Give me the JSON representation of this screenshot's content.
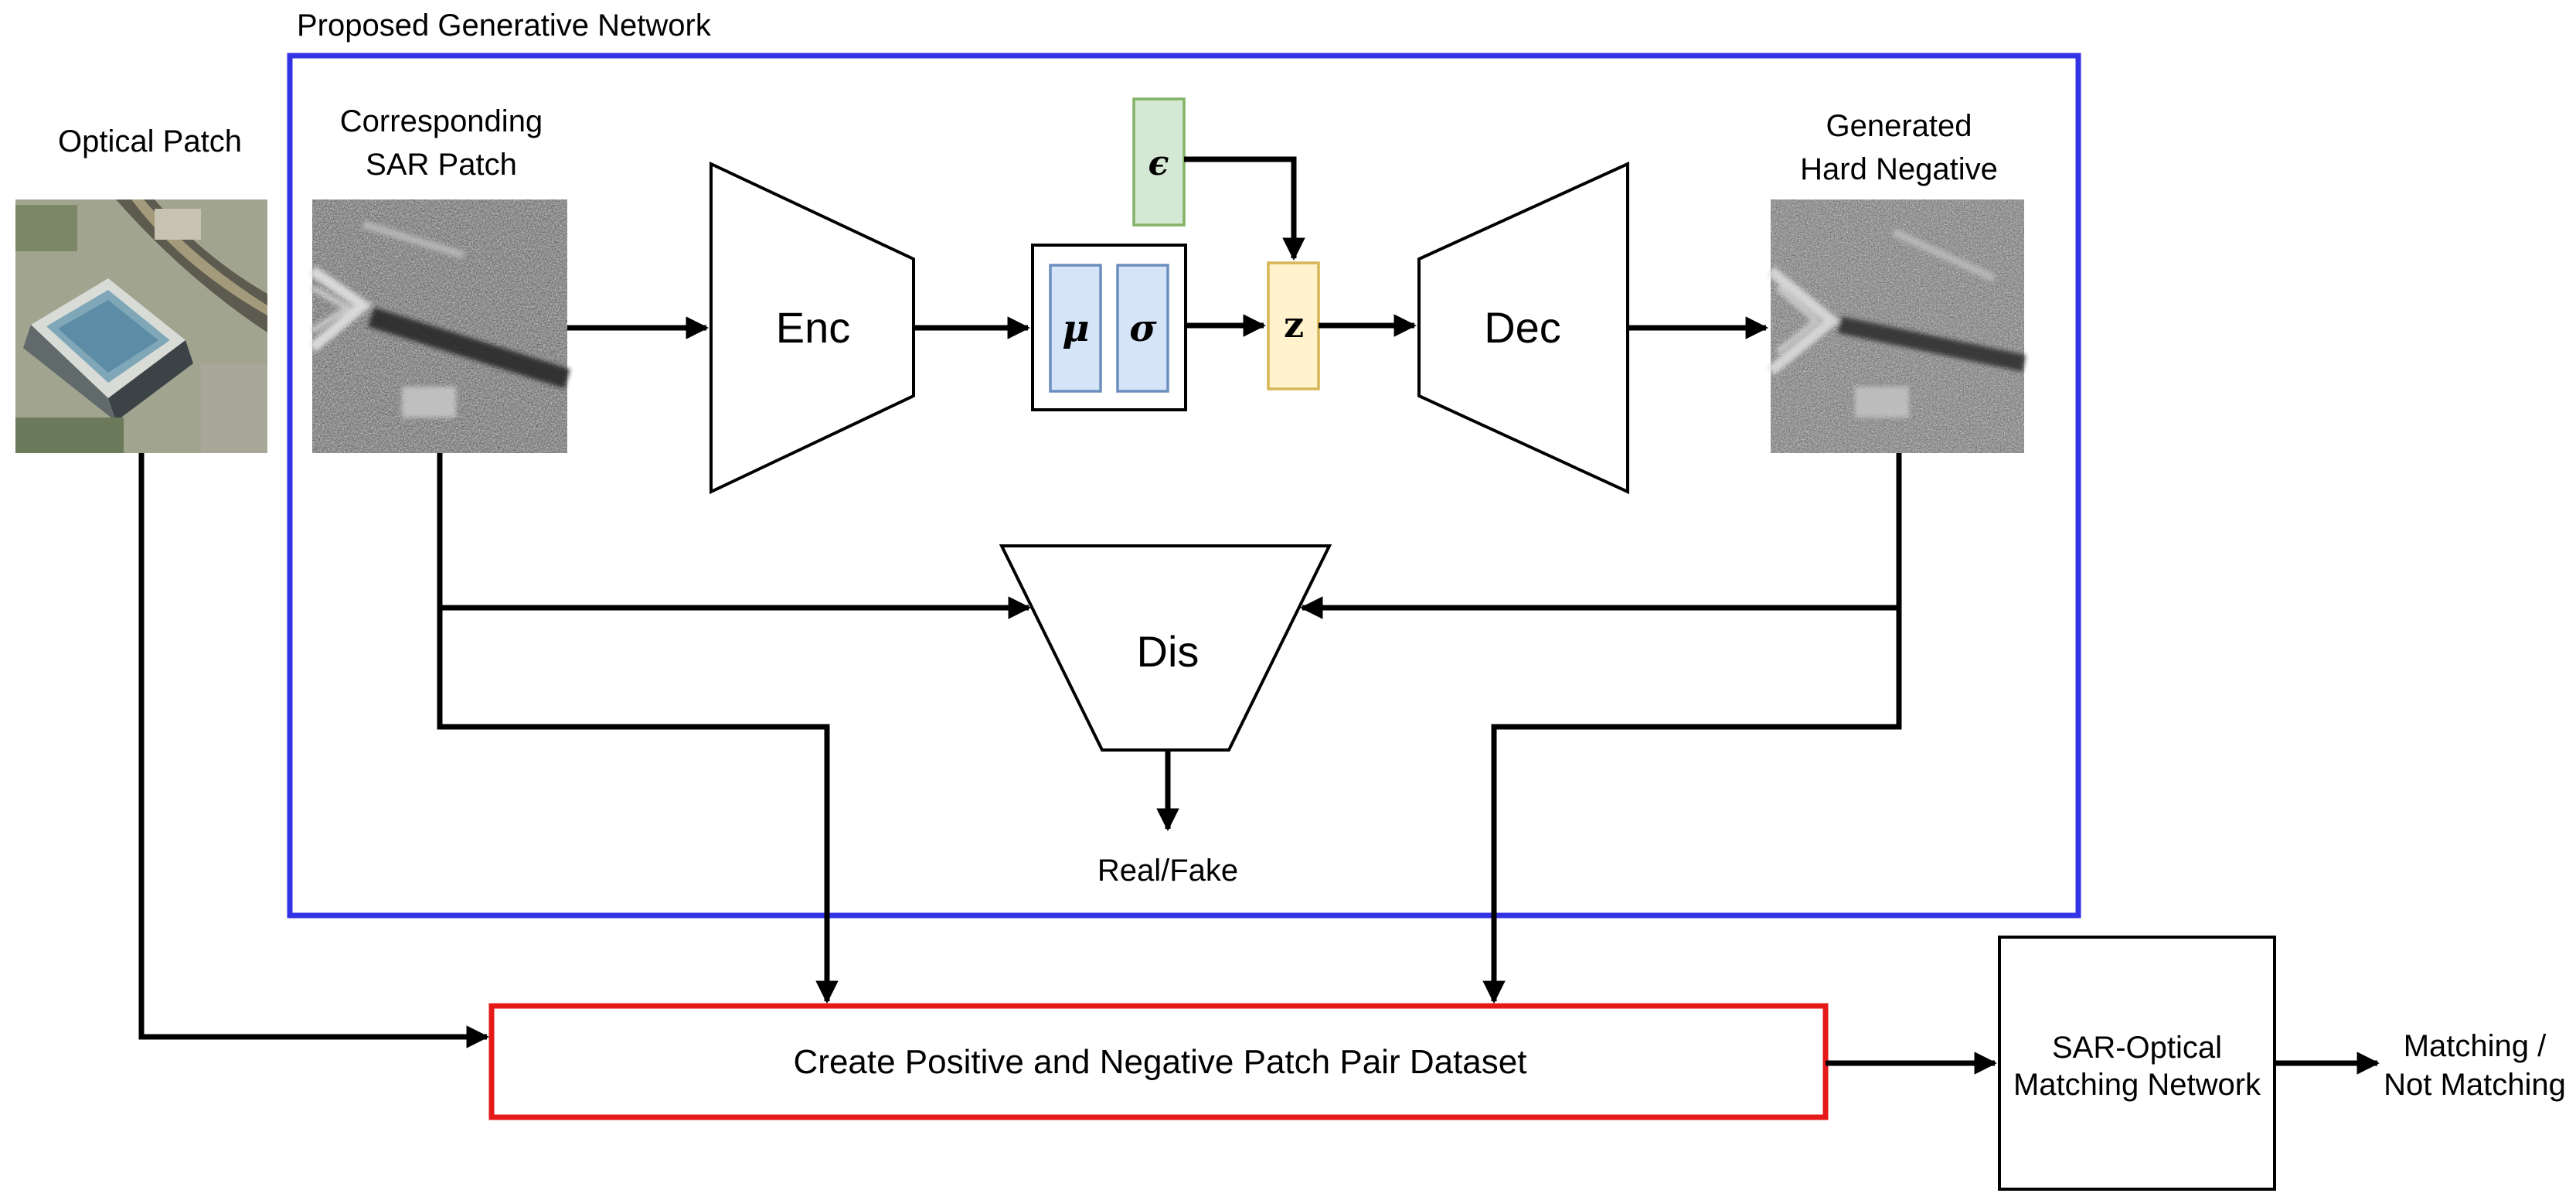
{
  "diagram": {
    "generative_network_title": "Proposed Generative Network",
    "optical_patch_label": "Optical Patch",
    "sar_patch_label": [
      "Corresponding",
      "SAR Patch"
    ],
    "generated_label": [
      "Generated",
      "Hard Negative"
    ],
    "encoder_label": "Enc",
    "decoder_label": "Dec",
    "discriminator_label": "Dis",
    "mu_symbol": "μ",
    "sigma_symbol": "σ",
    "epsilon_symbol": "ϵ",
    "z_symbol": "z",
    "dis_output_label": "Real/Fake",
    "dataset_box_label": "Create Positive and Negative Patch Pair Dataset",
    "matching_network_label": [
      "SAR-Optical",
      "Matching Network"
    ],
    "output_label": [
      "Matching /",
      "Not Matching"
    ],
    "colors": {
      "generative_frame": "#3333e6",
      "dataset_frame": "#e61919",
      "latent_fill": "#d6e4f8",
      "latent_stroke": "#6c8ebf",
      "epsilon_fill": "#d5e8d4",
      "epsilon_stroke": "#82b366",
      "z_fill": "#fff2cc",
      "z_stroke": "#d6b656"
    },
    "icons": [
      "optical-patch-image",
      "sar-patch-image",
      "generated-patch-image",
      "arrowhead-icon"
    ]
  }
}
